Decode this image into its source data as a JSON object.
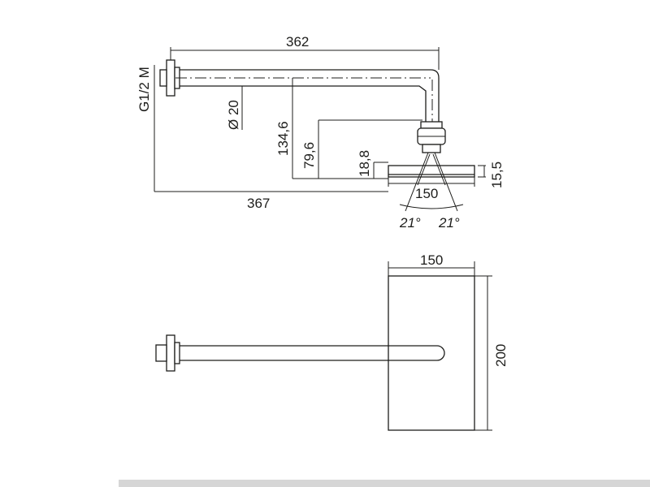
{
  "colors": {
    "line": "#1d1d1b",
    "footer_bar": "#d6d6d6",
    "background": "#ffffff"
  },
  "side_view": {
    "dim_total_length": "362",
    "dim_thread": "G1/2 M",
    "dim_pipe_diameter": "Ø 20",
    "dim_height_134": "134,6",
    "dim_height_79": "79,6",
    "dim_height_18": "18,8",
    "dim_head_thickness": "15,5",
    "dim_head_width": "150",
    "dim_projection": "367",
    "angle_left": "21°",
    "angle_right": "21°"
  },
  "top_view": {
    "dim_head_width": "150",
    "dim_head_length": "200"
  }
}
